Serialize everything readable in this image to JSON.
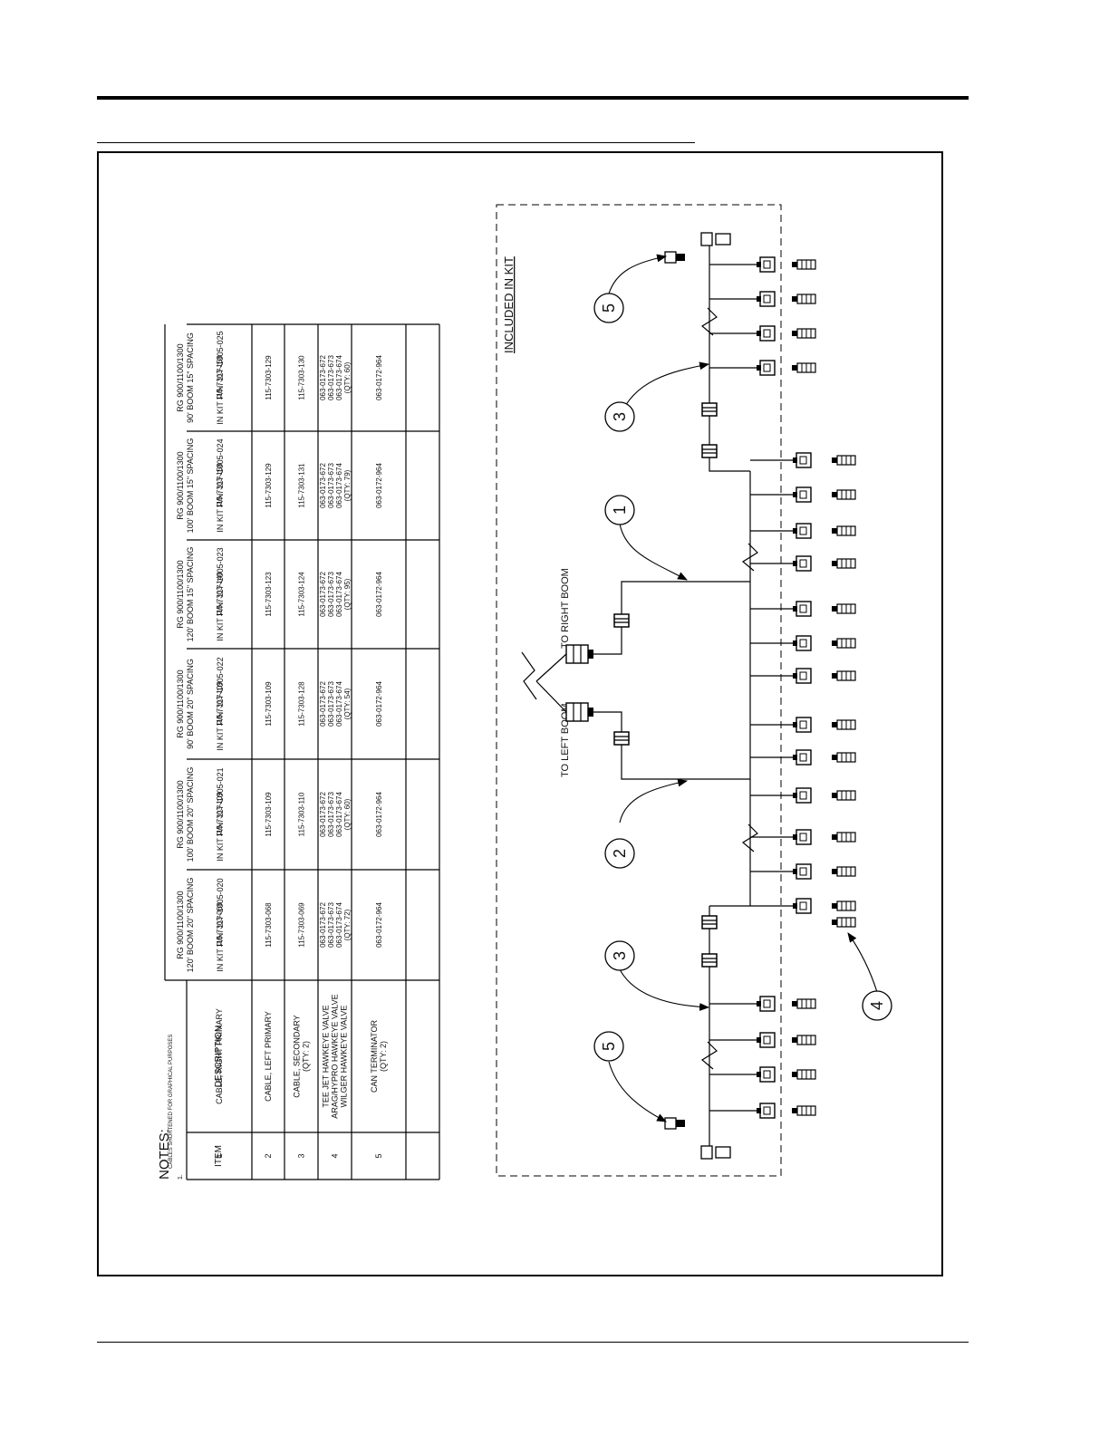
{
  "notes": {
    "heading": "NOTES:",
    "items": [
      {
        "num": "1.",
        "text": "CABLES SHORTENED FOR GRAPHICAL PURPOSES"
      }
    ]
  },
  "table": {
    "col_item": "ITEM",
    "col_description": "DESCRIPTION",
    "configs": [
      {
        "line1": "RG 900/1100/1300",
        "line2": "120' BOOM 20\" SPACING",
        "kit": "IN KIT P/N: 117-1005-020"
      },
      {
        "line1": "RG 900/1100/1300",
        "line2": "100' BOOM 20\" SPACING",
        "kit": "IN KIT P/N: 117-1005-021"
      },
      {
        "line1": "RG 900/1100/1300",
        "line2": "90' BOOM 20\" SPACING",
        "kit": "IN KIT P/N: 117-1005-022"
      },
      {
        "line1": "RG 900/1100/1300",
        "line2": "120' BOOM 15\" SPACING",
        "kit": "IN KIT P/N: 117-1005-023"
      },
      {
        "line1": "RG 900/1100/1300",
        "line2": "100' BOOM 15\" SPACING",
        "kit": "IN KIT P/N: 117-1005-024"
      },
      {
        "line1": "RG 900/1100/1300",
        "line2": "90' BOOM 15\" SPACING",
        "kit": "IN KIT P/N: 117-1005-025"
      }
    ],
    "rows": [
      {
        "item": "1",
        "desc": [
          "CABLE, RIGHT PRIMARY"
        ],
        "cells": [
          [
            "115-7303-068"
          ],
          [
            "115-7303-109"
          ],
          [
            "115-7303-109"
          ],
          [
            "115-7303-140"
          ],
          [
            "115-7303-158"
          ],
          [
            "115-7303-158"
          ]
        ]
      },
      {
        "item": "2",
        "desc": [
          "CABLE, LEFT PRIMARY"
        ],
        "cells": [
          [
            "115-7303-068"
          ],
          [
            "115-7303-109"
          ],
          [
            "115-7303-109"
          ],
          [
            "115-7303-123"
          ],
          [
            "115-7303-129"
          ],
          [
            "115-7303-129"
          ]
        ]
      },
      {
        "item": "3",
        "desc": [
          "CABLE, SECONDARY",
          "(QTY: 2)"
        ],
        "cells": [
          [
            "115-7303-069"
          ],
          [
            "115-7303-110"
          ],
          [
            "115-7303-128"
          ],
          [
            "115-7303-124"
          ],
          [
            "115-7303-131"
          ],
          [
            "115-7303-130"
          ]
        ]
      },
      {
        "item": "4",
        "desc": [
          "TEE JET HAWKEYE VALVE",
          "ARAG/HYPRO HAWKEYE VALVE",
          "WILGER HAWKEYE VALVE"
        ],
        "cells": [
          [
            "063-0173-672",
            "063-0173-673",
            "063-0173-674",
            "(QTY: 72)"
          ],
          [
            "063-0173-672",
            "063-0173-673",
            "063-0173-674",
            "(QTY: 60)"
          ],
          [
            "063-0173-672",
            "063-0173-673",
            "063-0173-674",
            "(QTY: 54)"
          ],
          [
            "063-0173-672",
            "063-0173-673",
            "063-0173-674",
            "(QTY: 95)"
          ],
          [
            "063-0173-672",
            "063-0173-673",
            "063-0173-674",
            "(QTY: 79)"
          ],
          [
            "063-0173-672",
            "063-0173-673",
            "063-0173-674",
            "(QTY: 60)"
          ]
        ]
      },
      {
        "item": "5",
        "desc": [
          "CAN TERMINATOR",
          "(QTY: 2)"
        ],
        "cells": [
          [
            "063-0172-964"
          ],
          [
            "063-0172-964"
          ],
          [
            "063-0172-964"
          ],
          [
            "063-0172-964"
          ],
          [
            "063-0172-964"
          ],
          [
            "063-0172-964"
          ]
        ]
      }
    ]
  },
  "diagram": {
    "kit_label": "INCLUDED IN KIT",
    "to_left": "TO  LEFT  BOOM",
    "to_right": "TO  RIGHT  BOOM",
    "callouts": [
      "1",
      "2",
      "3",
      "3",
      "4",
      "5",
      "5"
    ]
  }
}
